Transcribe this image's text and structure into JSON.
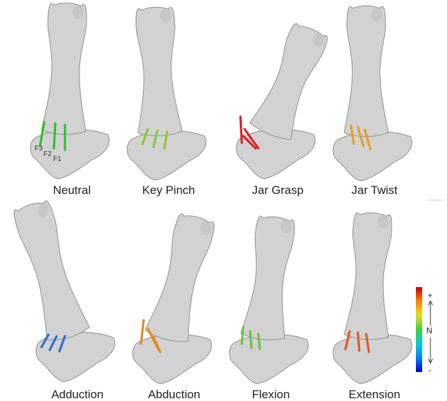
{
  "panels": [
    {
      "label": "Neutral",
      "fiber_color": "#2fbf2f",
      "fiber_labels": [
        "F3",
        "F2",
        "F1"
      ]
    },
    {
      "label": "Key Pinch",
      "fiber_color": "#86c93a"
    },
    {
      "label": "Jar Grasp",
      "fiber_color": "#d92020"
    },
    {
      "label": "Jar Twist",
      "fiber_color": "#e3a020"
    },
    {
      "label": "Adduction",
      "fiber_color": "#2b6fcc"
    },
    {
      "label": "Abduction",
      "fiber_color": "#e08a20"
    },
    {
      "label": "Flexion",
      "fiber_color": "#66c43a"
    },
    {
      "label": "Extension",
      "fiber_color": "#dd5a20"
    }
  ],
  "colorbar": {
    "plus": "+",
    "mid": "N",
    "minus": "-",
    "colors": [
      "#0000cc",
      "#0080ff",
      "#00d0d0",
      "#40d040",
      "#e0e020",
      "#ff8000",
      "#cc0000"
    ]
  }
}
